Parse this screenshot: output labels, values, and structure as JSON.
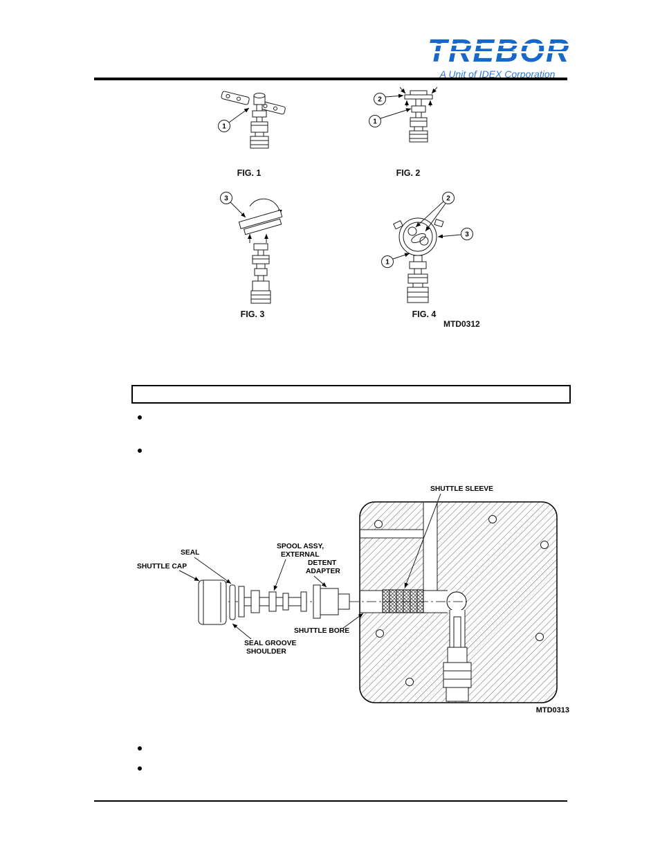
{
  "header": {
    "logo": "TREBOR",
    "tagline": "A Unit of IDEX Corporation",
    "logo_color": "#1668c9"
  },
  "figures": {
    "fig1": {
      "label": "FIG. 1",
      "callouts": [
        "1"
      ]
    },
    "fig2": {
      "label": "FIG. 2",
      "callouts": [
        "2",
        "1"
      ]
    },
    "fig3": {
      "label": "FIG. 3",
      "callouts": [
        "3"
      ]
    },
    "fig4": {
      "label": "FIG. 4",
      "callouts": [
        "2",
        "3",
        "1"
      ]
    },
    "code": "MTD0312"
  },
  "notice": {
    "text": ""
  },
  "bullets": {
    "top": [
      "",
      ""
    ],
    "bottom": [
      "",
      ""
    ]
  },
  "diagram": {
    "labels": {
      "shuttle_sleeve": "SHUTTLE SLEEVE",
      "seal": "SEAL",
      "shuttle_cap": "SHUTTLE CAP",
      "spool_assy_line1": "SPOOL ASSY,",
      "spool_assy_line2": "EXTERNAL",
      "detent_line1": "DETENT",
      "detent_line2": "ADAPTER",
      "shuttle_bore": "SHUTTLE BORE",
      "seal_groove_line1": "SEAL GROOVE",
      "seal_groove_line2": "SHOULDER"
    },
    "code": "MTD0313"
  }
}
